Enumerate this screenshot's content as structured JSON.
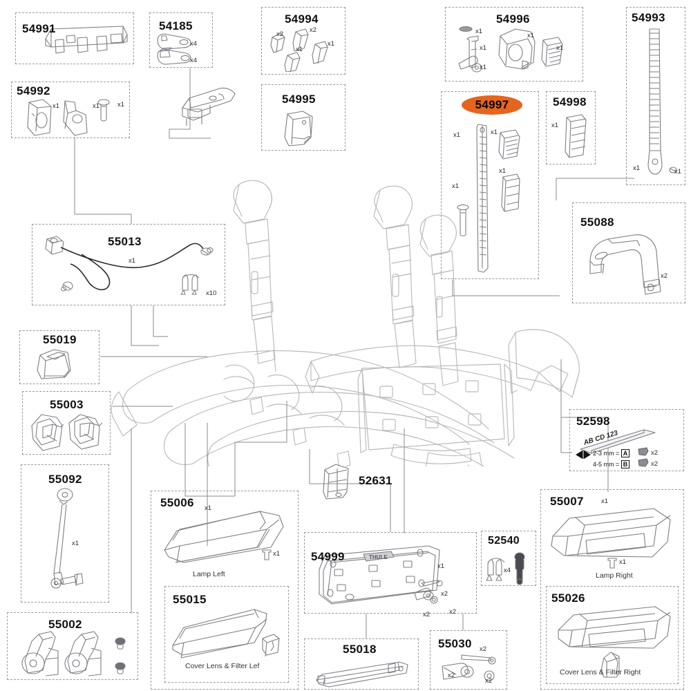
{
  "diagram": {
    "title": "Thule bike carrier exploded spare-parts diagram",
    "highlight_color": "#E5651F",
    "line_color": "#8a8a8a",
    "box_border_color": "#9a9a9a"
  },
  "parts": [
    {
      "id": "54991",
      "code": "54991",
      "highlighted": false,
      "items": [],
      "caption": ""
    },
    {
      "id": "54185",
      "code": "54185",
      "highlighted": false,
      "items": [
        {
          "qty": "x4"
        },
        {
          "qty": "x4"
        }
      ],
      "caption": ""
    },
    {
      "id": "54992",
      "code": "54992",
      "highlighted": false,
      "items": [
        {
          "qty": "x1"
        },
        {
          "qty": "x1"
        },
        {
          "qty": "x1"
        }
      ],
      "caption": ""
    },
    {
      "id": "54994",
      "code": "54994",
      "highlighted": false,
      "items": [
        {
          "qty": "x2"
        },
        {
          "qty": "x2"
        },
        {
          "qty": "x1"
        },
        {
          "qty": "x1"
        }
      ],
      "caption": ""
    },
    {
      "id": "54995",
      "code": "54995",
      "highlighted": false,
      "items": [],
      "caption": ""
    },
    {
      "id": "54996",
      "code": "54996",
      "highlighted": false,
      "items": [
        {
          "qty": "x1"
        },
        {
          "qty": "x1"
        },
        {
          "qty": "x1"
        },
        {
          "qty": "x1"
        },
        {
          "qty": "x1"
        }
      ],
      "caption": ""
    },
    {
      "id": "54997",
      "code": "54997",
      "highlighted": true,
      "items": [
        {
          "qty": "x1"
        },
        {
          "qty": "x1"
        },
        {
          "qty": "x1"
        },
        {
          "qty": "x1"
        }
      ],
      "caption": ""
    },
    {
      "id": "54998",
      "code": "54998",
      "highlighted": false,
      "items": [
        {
          "qty": "x1"
        }
      ],
      "caption": ""
    },
    {
      "id": "54993",
      "code": "54993",
      "highlighted": false,
      "items": [
        {
          "qty": "x1"
        },
        {
          "qty": "x1"
        }
      ],
      "caption": ""
    },
    {
      "id": "55088",
      "code": "55088",
      "highlighted": false,
      "items": [
        {
          "qty": "x2"
        }
      ],
      "caption": ""
    },
    {
      "id": "55013",
      "code": "55013",
      "highlighted": false,
      "items": [
        {
          "qty": "x1"
        },
        {
          "qty": "x10"
        }
      ],
      "caption": ""
    },
    {
      "id": "55019",
      "code": "55019",
      "highlighted": false,
      "items": [],
      "caption": ""
    },
    {
      "id": "55003",
      "code": "55003",
      "highlighted": false,
      "items": [],
      "caption": ""
    },
    {
      "id": "55092",
      "code": "55092",
      "highlighted": false,
      "items": [
        {
          "qty": "x1"
        }
      ],
      "caption": ""
    },
    {
      "id": "55002",
      "code": "55002",
      "highlighted": false,
      "items": [],
      "caption": ""
    },
    {
      "id": "55006",
      "code": "55006",
      "highlighted": false,
      "items": [
        {
          "qty": "x1"
        },
        {
          "qty": "x1"
        }
      ],
      "caption": "Lamp Left"
    },
    {
      "id": "55015",
      "code": "55015",
      "highlighted": false,
      "items": [],
      "caption": "Cover Lens & Filter Lef"
    },
    {
      "id": "52631",
      "code": "52631",
      "highlighted": false,
      "items": [],
      "caption": ""
    },
    {
      "id": "54999",
      "code": "54999",
      "highlighted": false,
      "items": [
        {
          "qty": "x1"
        },
        {
          "qty": "x2"
        },
        {
          "qty": "x2"
        },
        {
          "qty": "x2"
        }
      ],
      "caption": ""
    },
    {
      "id": "55018",
      "code": "55018",
      "highlighted": false,
      "items": [],
      "caption": ""
    },
    {
      "id": "55030",
      "code": "55030",
      "highlighted": false,
      "items": [
        {
          "qty": "x2"
        },
        {
          "qty": "x2"
        },
        {
          "qty": "x2"
        }
      ],
      "caption": ""
    },
    {
      "id": "52540",
      "code": "52540",
      "highlighted": false,
      "items": [
        {
          "qty": "x4"
        }
      ],
      "caption": ""
    },
    {
      "id": "55007",
      "code": "55007",
      "highlighted": false,
      "items": [
        {
          "qty": "x1"
        },
        {
          "qty": "x1"
        }
      ],
      "caption": "Lamp Right"
    },
    {
      "id": "55026",
      "code": "55026",
      "highlighted": false,
      "items": [],
      "caption": "Cover Lens & Filter Right"
    },
    {
      "id": "52598",
      "code": "52598",
      "highlighted": false,
      "items": [
        {
          "qty": "x2"
        },
        {
          "qty": "x2"
        }
      ],
      "caption": ""
    }
  ],
  "labels": {
    "p54991": "54991",
    "p54185": "54185",
    "p54185_q1": "x4",
    "p54185_q2": "x4",
    "p54992": "54992",
    "p54992_q1": "x1",
    "p54992_q2": "x1",
    "p54992_q3": "x1",
    "p54994": "54994",
    "p54994_q1": "x2",
    "p54994_q2": "x2",
    "p54994_q3": "x1",
    "p54994_q4": "x1",
    "p54995": "54995",
    "p54996": "54996",
    "p54996_q1": "x1",
    "p54996_q2": "x1",
    "p54996_q3": "x1",
    "p54996_q4": "x1",
    "p54996_q5": "x1",
    "p54997": "54997",
    "p54997_q1": "x1",
    "p54997_q2": "x1",
    "p54997_q3": "x1",
    "p54997_q4": "x1",
    "p54998": "54998",
    "p54998_q1": "x1",
    "p54993": "54993",
    "p54993_q1": "x1",
    "p54993_q2": "x1",
    "p55088": "55088",
    "p55088_q1": "x2",
    "p55013": "55013",
    "p55013_q1": "x1",
    "p55013_q2": "x10",
    "p55019": "55019",
    "p55003": "55003",
    "p55092": "55092",
    "p55092_q1": "x1",
    "p55002": "55002",
    "p55006": "55006",
    "p55006_q1": "x1",
    "p55006_q2": "x1",
    "p55006_cap": "Lamp Left",
    "p55015": "55015",
    "p55015_cap": "Cover Lens & Filter Lef",
    "p52631": "52631",
    "p54999": "54999",
    "p54999_q1": "x1",
    "p54999_q2": "x2",
    "p54999_q3": "x2",
    "p54999_q4": "x2",
    "p55018": "55018",
    "p55030": "55030",
    "p55030_q1": "x2",
    "p55030_q2": "x2",
    "p55030_q3": "x2",
    "p52540": "52540",
    "p52540_q1": "x4",
    "p55007": "55007",
    "p55007_q1": "x1",
    "p55007_q2": "x1",
    "p55007_cap": "Lamp Right",
    "p55026": "55026",
    "p55026_cap": "Cover Lens & Filter Right",
    "p52598": "52598",
    "p52598_plate": "AB CD 123",
    "p52598_specA_range": "2-3 mm =",
    "p52598_specA_letter": "A",
    "p52598_specA_qty": "x2",
    "p52598_specB_range": "4-5 mm =",
    "p52598_specB_letter": "B",
    "p52598_specB_qty": "x2",
    "brand_on_54999": "THULE"
  }
}
